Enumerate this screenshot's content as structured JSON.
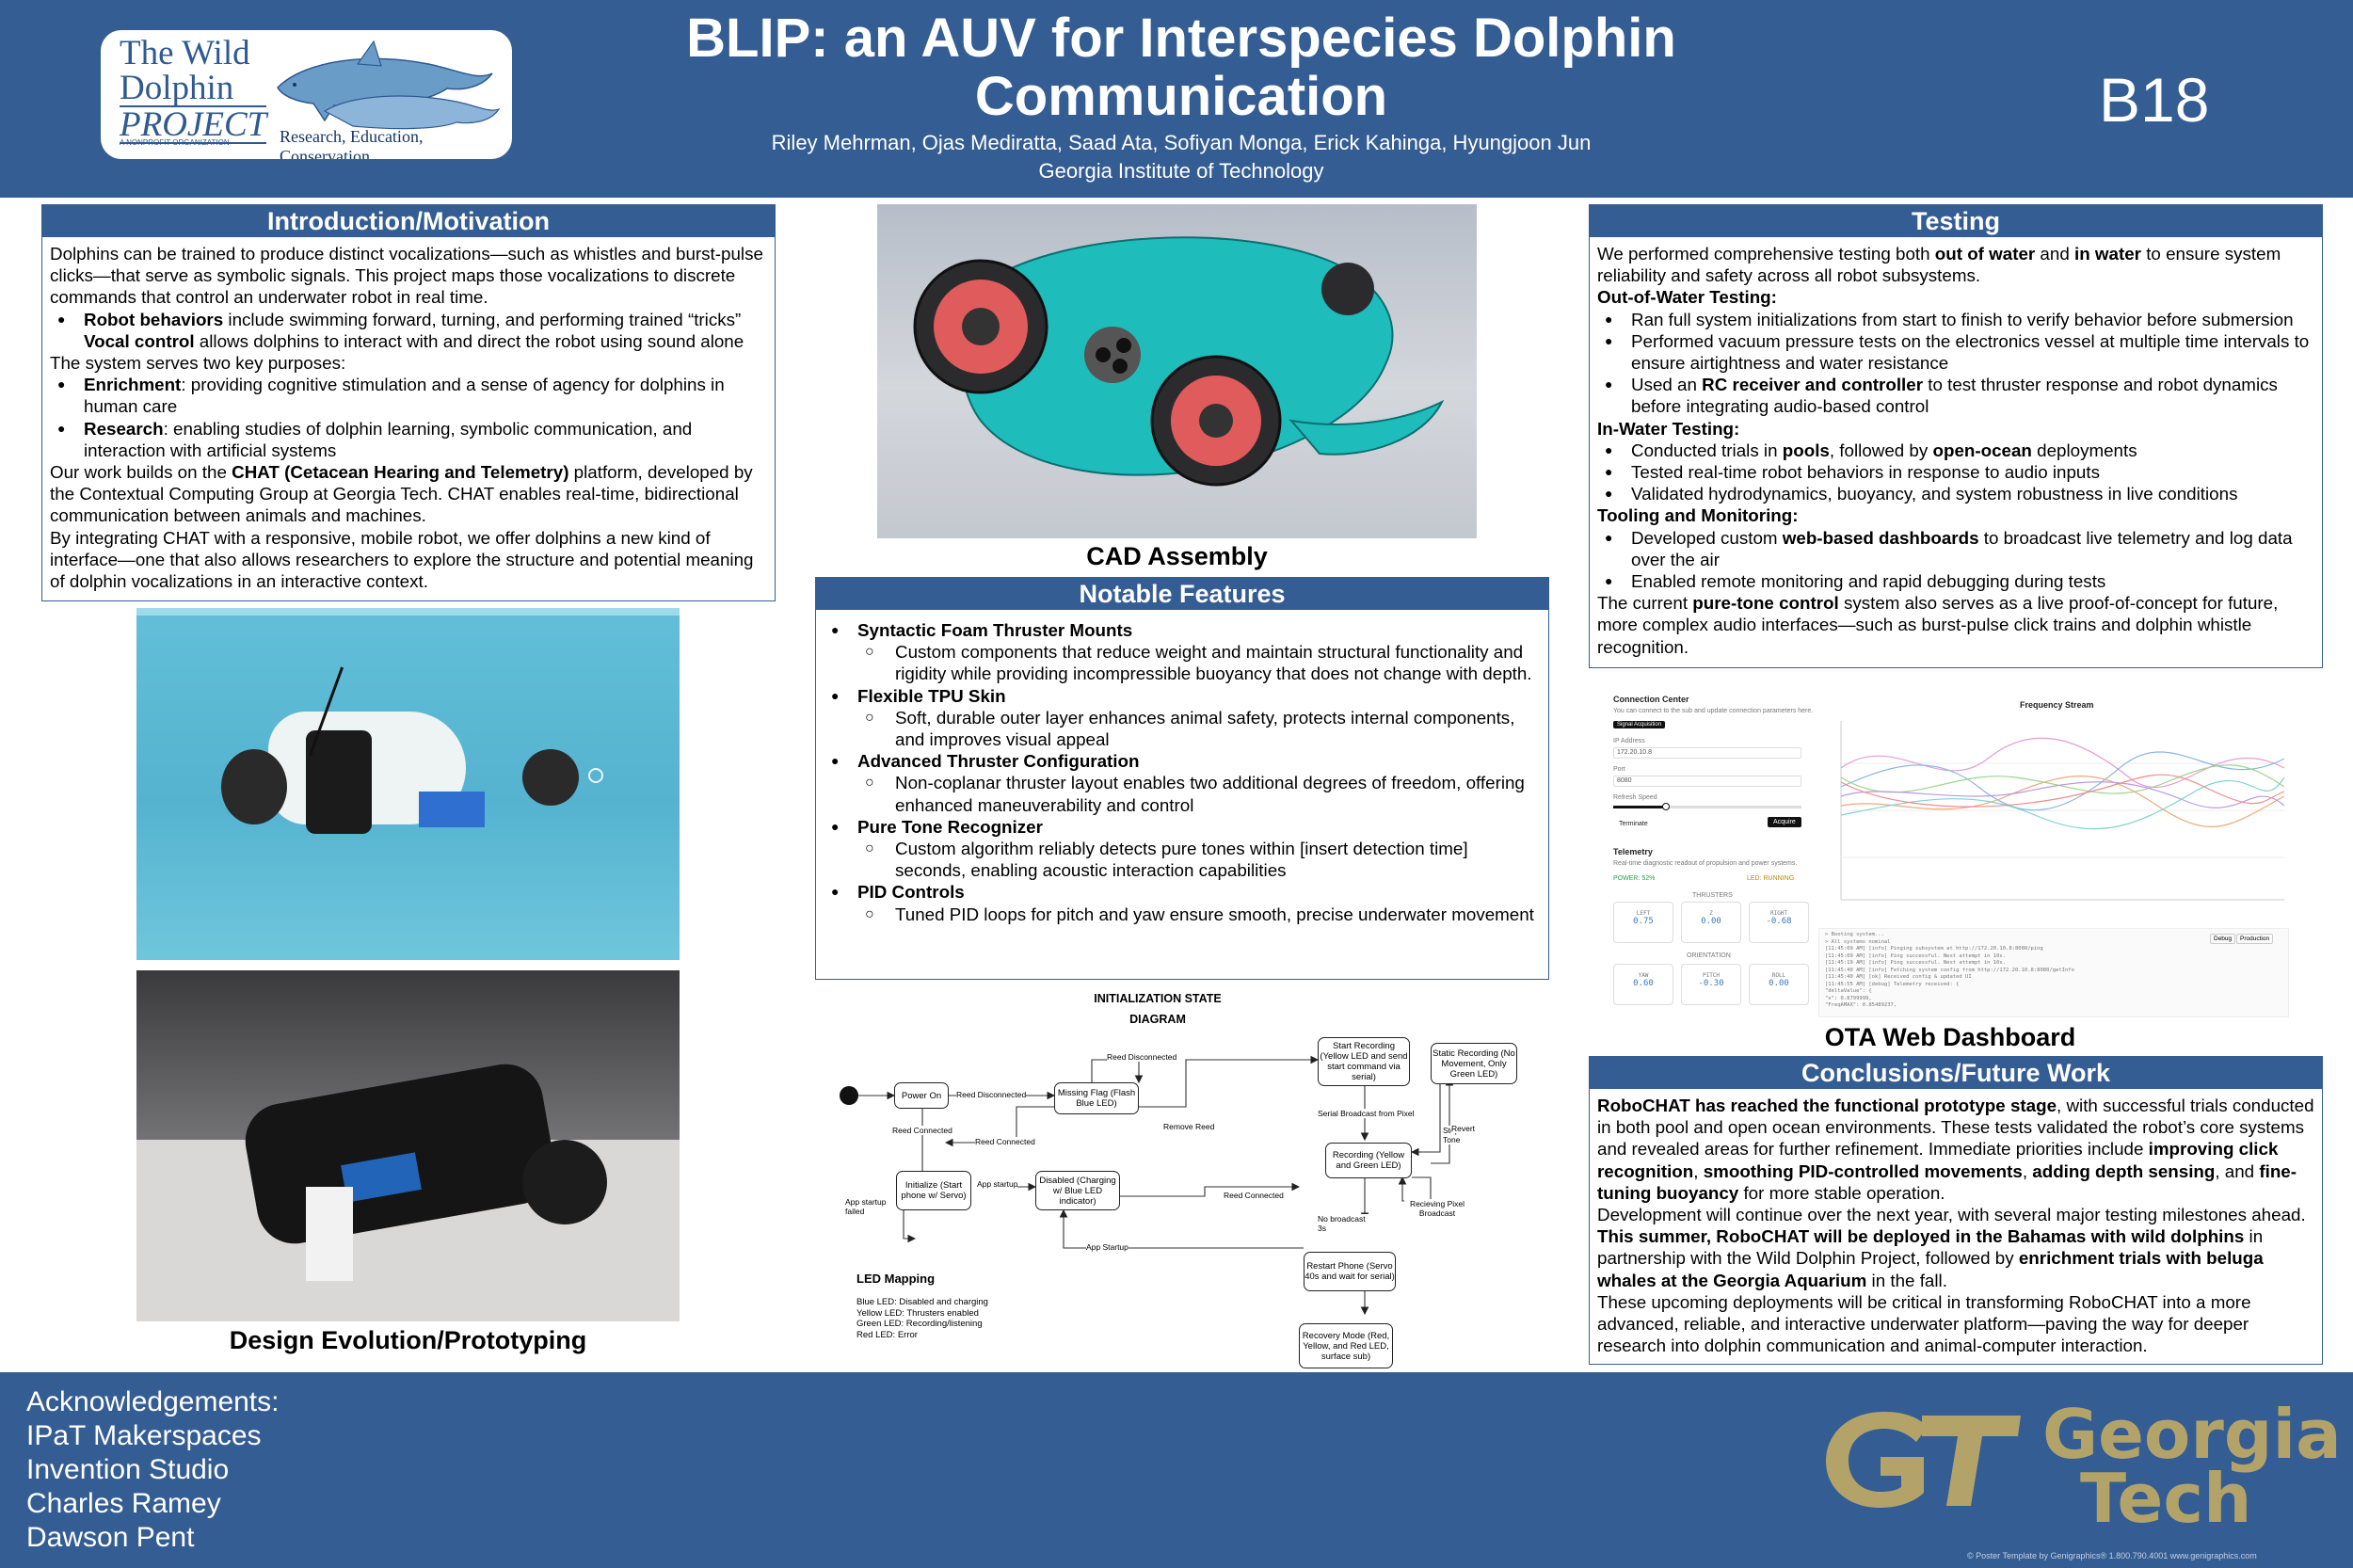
{
  "header": {
    "logo": {
      "line1": "The Wild",
      "line2": "Dolphin",
      "line3": "PROJECT",
      "small": "A NONPROFIT ORGANIZATION",
      "tagline": "Research, Education, Conservation"
    },
    "title": "BLIP: an AUV for Interspecies Dolphin Communication",
    "authors": "Riley Mehrman, Ojas Mediratta, Saad Ata, Sofiyan Monga, Erick Kahinga, Hyungjoon Jun",
    "affiliation": "Georgia Institute of Technology",
    "poster_code": "B18"
  },
  "intro": {
    "heading": "Introduction/Motivation",
    "p1": "Dolphins can be trained to produce distinct vocalizations—such as whistles and burst-pulse clicks—that serve as symbolic signals. This project maps those vocalizations to discrete commands that control an underwater robot in real time.",
    "b1_bold": "Robot behaviors",
    "b1_rest": " include swimming forward, turning, and performing trained “tricks”",
    "b1_line2_bold": "Vocal control",
    "b1_line2_rest": " allows dolphins to interact with and direct the robot using sound alone",
    "p2": "The system serves two key purposes:",
    "b2_bold": "Enrichment",
    "b2_rest": ": providing cognitive stimulation and a sense of agency for dolphins in human care",
    "b3_bold": "Research",
    "b3_rest": ": enabling studies of dolphin learning, symbolic communication, and interaction with artificial systems",
    "p3_a": "Our work builds on the ",
    "p3_bold": "CHAT (Cetacean Hearing and Telemetry)",
    "p3_b": " platform, developed by the Contextual Computing Group at Georgia Tech. CHAT enables real-time, bidirectional communication between animals and machines.",
    "p4": "By integrating CHAT with a responsive, mobile robot, we offer dolphins a new kind of interface—one that also allows researchers to explore the structure and potential meaning of dolphin vocalizations in an interactive context."
  },
  "design": {
    "caption": "Design Evolution/Prototyping"
  },
  "cad": {
    "caption": "CAD Assembly"
  },
  "features": {
    "heading": "Notable Features",
    "items": [
      {
        "title": "Syntactic Foam Thruster Mounts",
        "desc": "Custom components that reduce weight and maintain structural functionality and rigidity while providing incompressible buoyancy that does not change with depth."
      },
      {
        "title": "Flexible TPU Skin",
        "desc": "Soft, durable outer layer enhances animal safety, protects internal components, and improves visual appeal"
      },
      {
        "title": "Advanced Thruster Configuration",
        "desc": "Non-coplanar thruster layout enables two additional degrees of freedom, offering enhanced maneuverability and control"
      },
      {
        "title": "Pure Tone Recognizer",
        "desc": "Custom algorithm reliably detects pure tones within [insert detection time] seconds, enabling acoustic interaction capabilities"
      },
      {
        "title": "PID Controls",
        "desc": "Tuned PID loops for pitch and yaw ensure smooth, precise underwater movement"
      }
    ]
  },
  "diagram": {
    "title1": "INITIALIZATION STATE",
    "title2": "DIAGRAM",
    "states": {
      "power_on": "Power On",
      "missing_flag": "Missing Flag (Flash Blue LED)",
      "initialize": "Initialize (Start phone w/ Servo)",
      "disabled": "Disabled (Charging w/ Blue LED indicator)",
      "start_recording": "Start Recording (Yellow LED and send start command via serial)",
      "static_recording": "Static Recording (No Movement, Only Green LED)",
      "recording": "Recording (Yellow and Green LED)",
      "restart_phone": "Restart Phone (Servo 40s and wait for serial)",
      "recovery": "Recovery Mode (Red, Yellow, and Red LED, surface sub)"
    },
    "edges": {
      "reed_disconnected_1": "Reed Disconnected",
      "reed_disconnected_2": "Reed Disconnected",
      "reed_connected_1": "Reed Connected",
      "reed_connected_2": "Reed Connected",
      "reed_connected_3": "Reed Connected",
      "remove_reed": "Remove Reed",
      "app_startup_1": "App startup",
      "app_startup_failed": "App startup failed",
      "app_startup_2": "App Startup",
      "serial_broadcast": "Serial Broadcast from Pixel",
      "stop_tone": "Stop Tone",
      "revert": "Revert",
      "no_broadcast": "No broadcast 3s",
      "recieving": "Recieving Pixel Broadcast"
    },
    "led_heading": "LED Mapping",
    "led_lines": [
      "Blue LED: Disabled and charging",
      "Yellow LED: Thrusters enabled",
      "Green LED: Recording/listening",
      "Red LED: Error"
    ]
  },
  "testing": {
    "heading": "Testing",
    "p1_a": "We performed comprehensive testing both ",
    "p1_b1": "out of water",
    "p1_c": " and ",
    "p1_b2": "in water",
    "p1_d": " to ensure system reliability and safety across all robot subsystems.",
    "h1": "Out-of-Water Testing:",
    "o1": "Ran full system initializations from start to finish to verify behavior before submersion",
    "o2": "Performed vacuum pressure tests on the electronics vessel at multiple time intervals to ensure airtightness and water resistance",
    "o3_a": "Used an ",
    "o3_bold": "RC receiver and controller",
    "o3_b": " to test thruster response and robot dynamics before integrating audio-based control",
    "h2": "In-Water Testing:",
    "i1_a": "Conducted trials in ",
    "i1_b1": "pools",
    "i1_c": ", followed by ",
    "i1_b2": "open-ocean",
    "i1_d": " deployments",
    "i2": "Tested real-time robot behaviors in response to audio inputs",
    "i3": "Validated hydrodynamics, buoyancy, and system robustness in live conditions",
    "h3": "Tooling and Monitoring:",
    "t1_a": "Developed custom ",
    "t1_bold": "web-based dashboards",
    "t1_b": " to broadcast live telemetry and log data over the air",
    "t2": "Enabled remote monitoring and rapid debugging during tests",
    "p2_a": "The current ",
    "p2_bold": "pure-tone control",
    "p2_b": " system also serves as a live proof-of-concept for future, more complex audio interfaces—such as burst-pulse click trains and dolphin whistle recognition."
  },
  "dashboard": {
    "caption": "OTA Web Dashboard",
    "conn_title": "Connection Center",
    "conn_sub": "You can connect to the sub and update connection parameters here.",
    "badge": "Signal Acquisition",
    "ip_label": "IP Address",
    "ip_value": "172.20.10.8",
    "port_label": "Port",
    "port_value": "8080",
    "refresh_label": "Refresh Speed",
    "terminate": "Terminate",
    "acquire": "Acquire",
    "telemetry_title": "Telemetry",
    "telemetry_sub": "Real-time diagnostic readout of propulsion and power systems.",
    "power": "POWER: 52%",
    "led": "LED: RUNNING",
    "thrusters": "THRUSTERS",
    "orientation": "ORIENTATION",
    "cards": [
      {
        "label": "LEFT",
        "value": "0.75"
      },
      {
        "label": "Z",
        "value": "0.00"
      },
      {
        "label": "RIGHT",
        "value": "-0.68"
      },
      {
        "label": "YAW",
        "value": "0.60"
      },
      {
        "label": "PITCH",
        "value": "-0.30"
      },
      {
        "label": "ROLL",
        "value": "0.00"
      }
    ],
    "chart_title": "Frequency Stream",
    "log_lines": [
      "> Booting system...",
      "> All systems nominal",
      "[11:45:09 AM] [info] Pinging subsystem at http://172.20.10.8:8080/ping",
      "[11:45:09 AM] [info] Ping successful. Next attempt in 10s.",
      "[11:45:19 AM] [info] Ping successful. Next attempt in 10s.",
      "[11:45:40 AM] [info] Fetching system config from http://172.20.10.8:8080/getInfo",
      "[11:45:40 AM] [ok] Received config & updated UI",
      "[11:45:55 AM] [debug] Telemetry received: {",
      "  \"deltaValue\": {",
      "    \"x\": 0.8799999,",
      "    \"FreqAMAX\": 0.85489237,"
    ],
    "debug": "Debug",
    "production": "Production"
  },
  "conclusions": {
    "heading": "Conclusions/Future Work",
    "p1_bold": "RoboCHAT has reached the functional prototype stage",
    "p1_a": ", with successful trials conducted in both pool and open ocean environments. These tests validated the robot’s core systems and revealed areas for further refinement. Immediate priorities include ",
    "p1_b1": "improving click recognition",
    "p1_c": ", ",
    "p1_b2": "smoothing PID-controlled movements",
    "p1_d": ", ",
    "p1_b3": "adding depth sensing",
    "p1_e": ", and ",
    "p1_b4": "fine-tuning buoyancy",
    "p1_f": " for more stable operation.",
    "p2_a": "Development will continue over the next year, with several major testing milestones ahead. ",
    "p2_bold1": "This summer, RoboCHAT will be deployed in the Bahamas with wild dolphins",
    "p2_b": " in partnership with the Wild Dolphin Project, followed by ",
    "p2_bold2": "enrichment trials with beluga whales at the Georgia Aquarium",
    "p2_c": " in the fall.",
    "p3": "These upcoming deployments will be critical in transforming RoboCHAT into a more advanced, reliable, and interactive underwater platform—paving the way for deeper research into dolphin communication and animal-computer interaction."
  },
  "footer": {
    "ack_heading": "Acknowledgements:",
    "ack_names": [
      "IPaT Makerspaces",
      "Invention Studio",
      "Charles Ramey",
      "Dawson Pent"
    ],
    "gt_line1": "Georgia",
    "gt_line2": "Tech",
    "copyright": "© Poster Template by Genigraphics® 1.800.790.4001 www.genigraphics.com"
  },
  "colors": {
    "primary": "#345d94",
    "gt_gold": "#b3a369"
  }
}
